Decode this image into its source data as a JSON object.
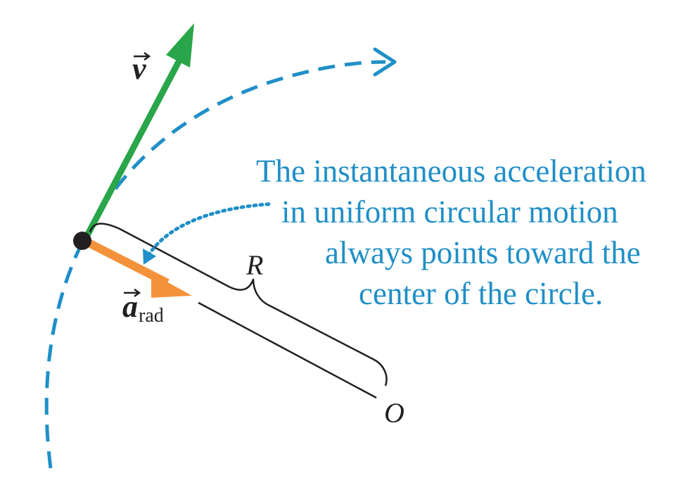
{
  "colors": {
    "circle_path": "#1f8fc7",
    "velocity": "#2aa64a",
    "acceleration": "#f4923c",
    "caption": "#1f8fc7",
    "ink": "#231f20"
  },
  "labels": {
    "velocity": "v",
    "acceleration": "a",
    "acceleration_subscript": "rad",
    "radius": "R",
    "center": "O"
  },
  "caption": {
    "lines": [
      "The instantaneous acceleration",
      "in uniform circular motion",
      "always points toward the",
      "center of the circle."
    ]
  }
}
